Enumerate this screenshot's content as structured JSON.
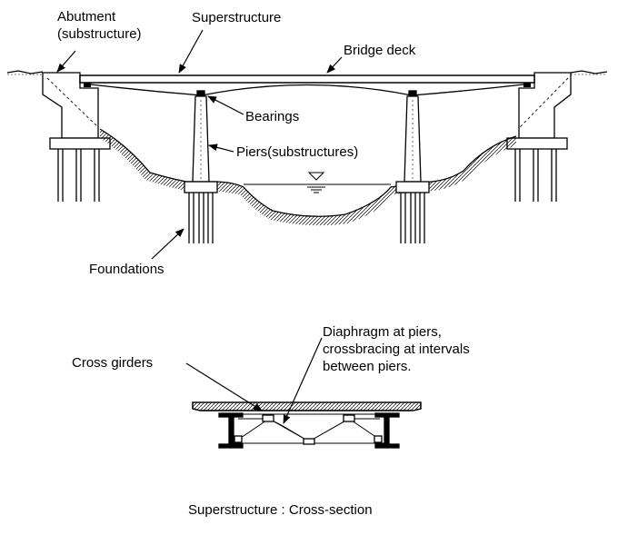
{
  "labels": {
    "abutment_line1": "Abutment",
    "abutment_line2": "(substructure)",
    "superstructure": "Superstructure",
    "bridge_deck": "Bridge deck",
    "bearings": "Bearings",
    "piers": "Piers(substructures)",
    "foundations": "Foundations",
    "diaphragm_line1": "Diaphragm at piers,",
    "diaphragm_line2": "crossbracing at intervals",
    "diaphragm_line3": "between piers.",
    "cross_girders": "Cross girders",
    "caption": "Superstructure : Cross-section"
  }
}
